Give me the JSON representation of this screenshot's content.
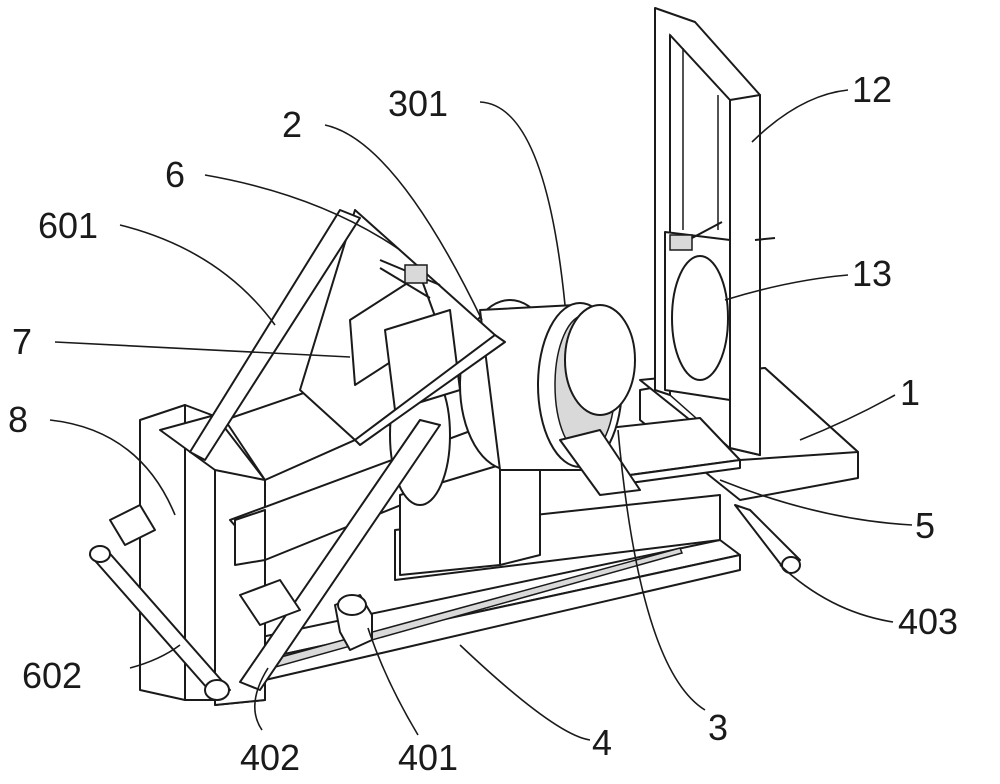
{
  "callouts": [
    {
      "id": "c-12",
      "text": "12"
    },
    {
      "id": "c-301",
      "text": "301"
    },
    {
      "id": "c-2",
      "text": "2"
    },
    {
      "id": "c-6",
      "text": "6"
    },
    {
      "id": "c-601",
      "text": "601"
    },
    {
      "id": "c-13",
      "text": "13"
    },
    {
      "id": "c-7",
      "text": "7"
    },
    {
      "id": "c-1",
      "text": "1"
    },
    {
      "id": "c-8",
      "text": "8"
    },
    {
      "id": "c-5",
      "text": "5"
    },
    {
      "id": "c-403",
      "text": "403"
    },
    {
      "id": "c-602",
      "text": "602"
    },
    {
      "id": "c-402",
      "text": "402"
    },
    {
      "id": "c-401",
      "text": "401"
    },
    {
      "id": "c-4",
      "text": "4"
    },
    {
      "id": "c-3",
      "text": "3"
    }
  ],
  "colors": {
    "line": "#1a1a1a",
    "fill": "#ffffff",
    "shade": "#d9d9d9"
  }
}
